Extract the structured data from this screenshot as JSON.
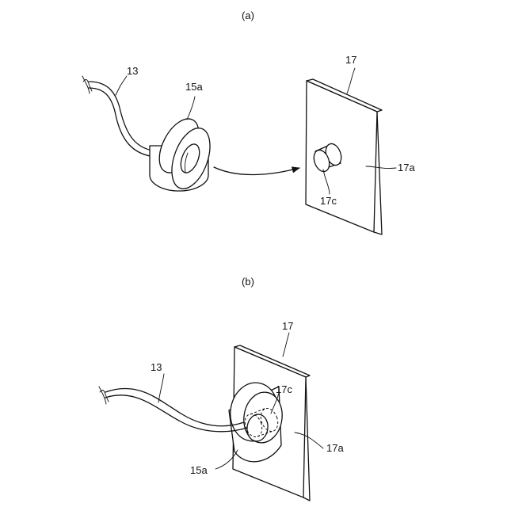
{
  "panels": {
    "a": {
      "caption": "(a)",
      "labels": {
        "cable": "13",
        "ring": "15a",
        "plate": "17",
        "plate_face": "17a",
        "boss": "17c"
      }
    },
    "b": {
      "caption": "(b)",
      "labels": {
        "cable": "13",
        "ring": "15a",
        "plate": "17",
        "plate_face": "17a",
        "boss": "17c"
      }
    }
  }
}
